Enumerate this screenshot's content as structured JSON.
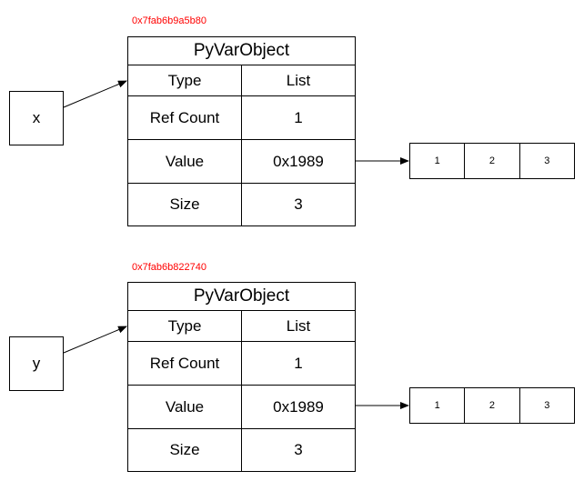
{
  "diagrams": [
    {
      "var_name": "x",
      "address": "0x7fab6b9a5b80",
      "object": {
        "title": "PyVarObject",
        "rows": [
          {
            "key": "Type",
            "value": "List"
          },
          {
            "key": "Ref Count",
            "value": "1"
          },
          {
            "key": "Value",
            "value": "0x1989"
          },
          {
            "key": "Size",
            "value": "3"
          }
        ]
      },
      "array": [
        "1",
        "2",
        "3"
      ]
    },
    {
      "var_name": "y",
      "address": "0x7fab6b822740",
      "object": {
        "title": "PyVarObject",
        "rows": [
          {
            "key": "Type",
            "value": "List"
          },
          {
            "key": "Ref Count",
            "value": "1"
          },
          {
            "key": "Value",
            "value": "0x1989"
          },
          {
            "key": "Size",
            "value": "3"
          }
        ]
      },
      "array": [
        "1",
        "2",
        "3"
      ]
    }
  ],
  "colors": {
    "address": "#ff0000",
    "line": "#000000"
  }
}
